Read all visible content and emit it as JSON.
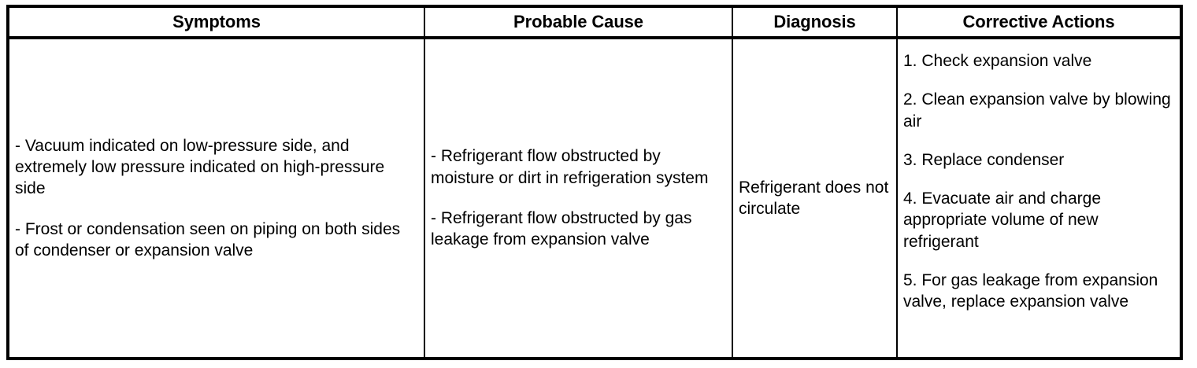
{
  "table": {
    "name": "air-conditioning-troubleshooting-table",
    "columns": [
      {
        "key": "symptoms",
        "label": "Symptoms"
      },
      {
        "key": "cause",
        "label": "Probable Cause"
      },
      {
        "key": "diagnosis",
        "label": "Diagnosis"
      },
      {
        "key": "actions",
        "label": "Corrective Actions"
      }
    ],
    "rows": [
      {
        "symptoms": [
          "- Vacuum indicated on low-pressure side, and extremely low pressure indicated on high-pressure side",
          "- Frost or condensation seen on piping on both sides of condenser or expansion valve"
        ],
        "cause": [
          "- Refrigerant flow obstructed by moisture or dirt in refrigeration system",
          "- Refrigerant flow obstructed by gas leakage from expansion valve"
        ],
        "diagnosis": [
          "Refrigerant does not circulate"
        ],
        "actions": [
          "1. Check expansion valve",
          "2. Clean expansion valve by blowing air",
          "3. Replace condenser",
          "4. Evacuate air and charge appropriate volume of new refrigerant",
          "5. For gas leakage from expansion valve, replace expansion valve"
        ]
      }
    ]
  },
  "colors": {
    "border": "#000000",
    "text": "#000000",
    "background": "#ffffff"
  }
}
